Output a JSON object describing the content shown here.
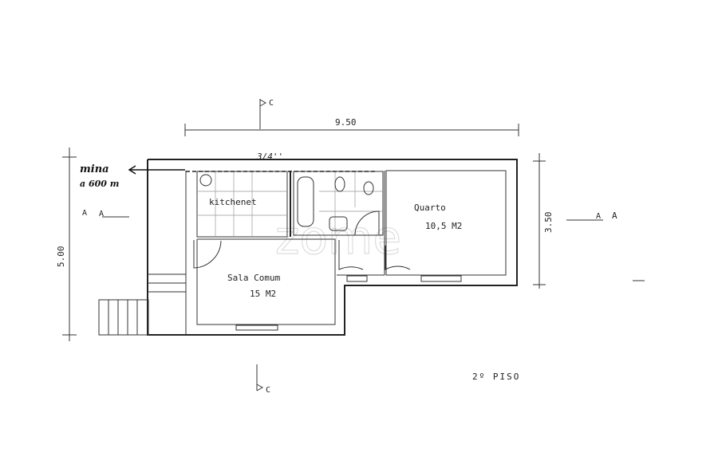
{
  "plan": {
    "floor_label": "2º PISO",
    "rooms": [
      {
        "name": "kitchenet",
        "area": ""
      },
      {
        "name": "Sala Comum",
        "area": "15 M2"
      },
      {
        "name": "Quarto",
        "area": "10,5 M2"
      }
    ],
    "dimensions": {
      "width": "9.50",
      "depth": "5.00",
      "right_depth": "3.50"
    },
    "pipe_label": "3/4''",
    "note_line1": "mina",
    "note_line2": "a 600 m",
    "section_marks": {
      "c_top": "C",
      "c_bottom": "C",
      "a_left_1": "A",
      "a_left_2": "A",
      "a_right_1": "A",
      "a_right_2": "A"
    },
    "watermark": "zome"
  }
}
